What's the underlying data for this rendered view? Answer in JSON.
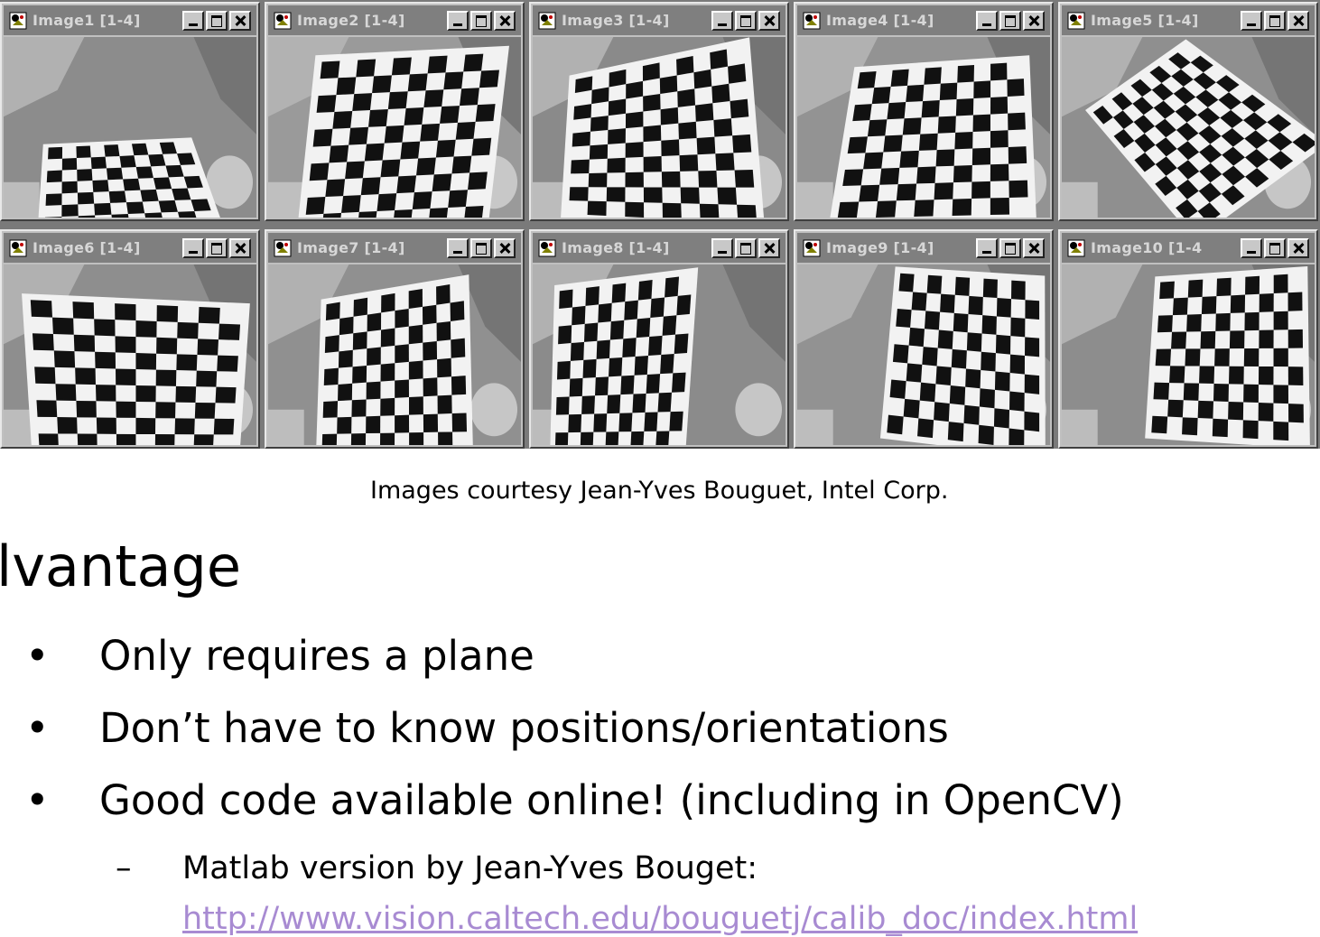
{
  "windows": [
    {
      "title": "Image1 [1-4]"
    },
    {
      "title": "Image2 [1-4]"
    },
    {
      "title": "Image3 [1-4]"
    },
    {
      "title": "Image4 [1-4]"
    },
    {
      "title": "Image5 [1-4]"
    },
    {
      "title": "Image6 [1-4]"
    },
    {
      "title": "Image7 [1-4]"
    },
    {
      "title": "Image8 [1-4]"
    },
    {
      "title": "Image9 [1-4]"
    },
    {
      "title": "Image10 [1-4"
    }
  ],
  "caption": "Images courtesy Jean-Yves Bouguet, Intel Corp.",
  "heading": "lvantage",
  "bullets": [
    {
      "mark": "•",
      "text": "Only requires a plane"
    },
    {
      "mark": "•",
      "text": "Don’t have to know positions/orientations"
    },
    {
      "mark": "•",
      "text": "Good code available online!  (including in OpenCV)"
    }
  ],
  "sub_bullet": {
    "mark": "–",
    "text": "Matlab version by Jean-Yves Bouget:"
  },
  "link_text": "http://www.vision.caltech.edu/bouguetj/calib_doc/index.html",
  "colors": {
    "link": "#a88bd2",
    "titlebar": "#7f7f7f",
    "window_frame": "#c0c0c0"
  },
  "icons": [
    "app-icon",
    "minimize-icon",
    "maximize-icon",
    "close-icon"
  ]
}
